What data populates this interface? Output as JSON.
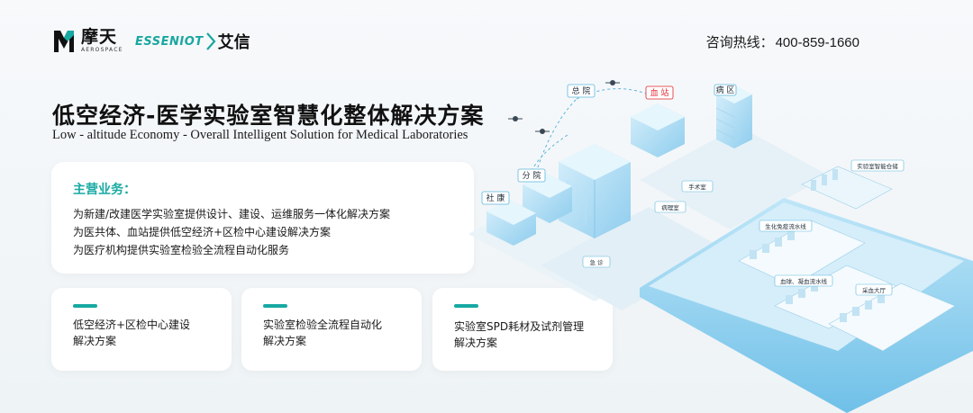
{
  "brand": {
    "name_cn": "摩天",
    "name_en": "AEROSPACE",
    "partner_en": "ESSENIOT",
    "partner_cn": "艾信"
  },
  "hotline": {
    "label": "咨询热线：",
    "number": "400-859-1660"
  },
  "title": {
    "cn": "低空经济-医学实验室智慧化整体解决方案",
    "en": "Low - altitude Economy - Overall Intelligent Solution for Medical Laboratories"
  },
  "main_card": {
    "heading": "主营业务：",
    "items": [
      "为新建/改建医学实验室提供设计、建设、运维服务一体化解决方案",
      "为医共体、血站提供低空经济+区检中心建设解决方案",
      "为医疗机构提供实验室检验全流程自动化服务"
    ]
  },
  "cards": [
    {
      "line1": "低空经济+区检中心建设",
      "line2": "解决方案"
    },
    {
      "line1": "实验室检验全流程自动化",
      "line2": "解决方案"
    },
    {
      "line1": "实验室SPD耗材及试剂管理",
      "line2": "解决方案"
    }
  ],
  "illustration_labels": {
    "general_hospital": "总 院",
    "blood_station": "血 站",
    "ward": "病 区",
    "branch": "分 院",
    "community": "社 康",
    "surgery": "手术室",
    "pathology": "病理室",
    "emergency": "急 诊",
    "smart_storage": "实验室智能仓储",
    "biochem_line": "生化免疫流水线",
    "blood_line": "血球、凝血流水线",
    "sampling_hall": "采血大厅"
  },
  "colors": {
    "accent": "#17a9a3",
    "blood_station": "#e0262c",
    "building": "#a9d8f2",
    "platform": "#7cc8ec"
  }
}
